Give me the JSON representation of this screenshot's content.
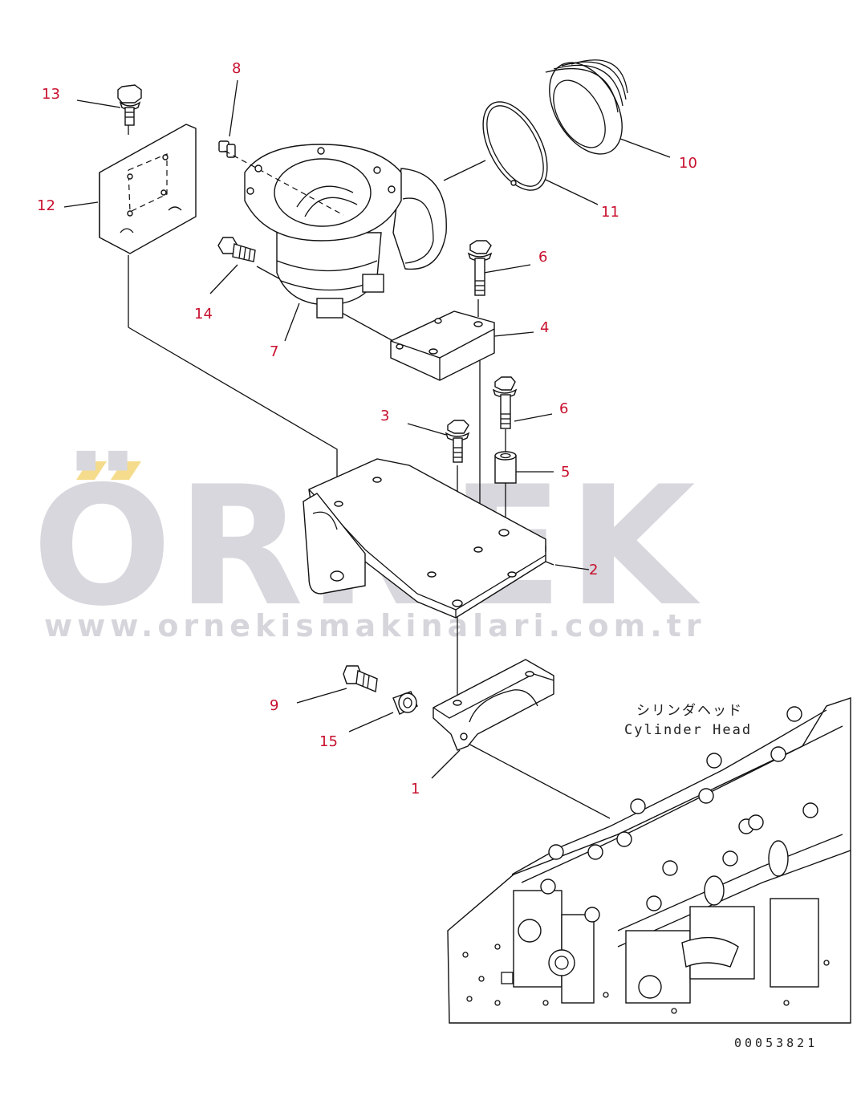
{
  "watermark": {
    "brand": "ÖRNEK",
    "url": "www.ornekismakinalari.com.tr",
    "accent_color": "#f5dc8c",
    "text_color": "#d7d7dd"
  },
  "labels": {
    "cylinder_head_jp": "シリンダヘッド",
    "cylinder_head_en": "Cylinder Head"
  },
  "reference_code": "00053821",
  "part_color": "#c8102e",
  "parts": [
    {
      "id": "p13",
      "number": "13"
    },
    {
      "id": "p8",
      "number": "8"
    },
    {
      "id": "p10",
      "number": "10"
    },
    {
      "id": "p12",
      "number": "12"
    },
    {
      "id": "p11",
      "number": "11"
    },
    {
      "id": "p6a",
      "number": "6"
    },
    {
      "id": "p14",
      "number": "14"
    },
    {
      "id": "p4",
      "number": "4"
    },
    {
      "id": "p7",
      "number": "7"
    },
    {
      "id": "p3",
      "number": "3"
    },
    {
      "id": "p6b",
      "number": "6"
    },
    {
      "id": "p5",
      "number": "5"
    },
    {
      "id": "p2",
      "number": "2"
    },
    {
      "id": "p9",
      "number": "9"
    },
    {
      "id": "p15",
      "number": "15"
    },
    {
      "id": "p1",
      "number": "1"
    }
  ]
}
